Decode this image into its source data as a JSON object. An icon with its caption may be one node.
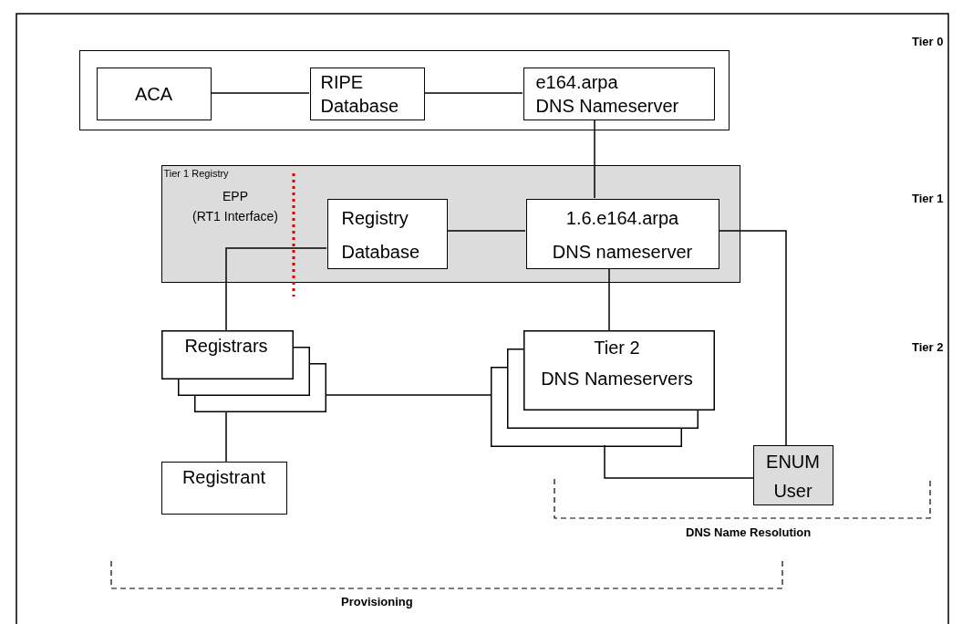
{
  "diagram": {
    "nodes": [
      {
        "text": [],
        "shape": "box"
      },
      {
        "text": [
          "ACA"
        ],
        "in": 0
      },
      {
        "text": [
          "RIPE Database"
        ],
        "in": 0
      },
      {
        "text": [
          "e164.arpa DNS Nameserver"
        ],
        "in": 0
      },
      {
        "text": [
          "Tier 1 Registry"
        ]
      },
      {
        "text": [
          "Registry Database"
        ],
        "in": 4
      },
      {
        "text": [
          "1.6.e164.arpa DNS nameserver"
        ],
        "in": 4
      },
      {
        "text": [
          "Registrars"
        ]
      },
      {
        "text": [
          "Tier 2 DNS Nameservers"
        ]
      },
      {
        "text": [
          "Registrant"
        ]
      },
      {
        "text": [
          "ENUM User"
        ]
      }
    ],
    "edges": [
      {
        "from": 1,
        "to": 2,
        "arrow": "none"
      },
      {
        "from": 2,
        "to": 3,
        "arrow": "none"
      },
      {
        "from": 3,
        "to": 6,
        "arrow": "none"
      },
      {
        "from": 5,
        "to": 6,
        "arrow": "none"
      },
      {
        "from": 7,
        "to": 5,
        "arrow": "none"
      },
      {
        "from": 6,
        "to": 8,
        "arrow": "none"
      },
      {
        "from": 6,
        "to": 10,
        "arrow": "none"
      },
      {
        "from": 7,
        "to": 8,
        "arrow": "none"
      },
      {
        "from": 7,
        "to": 9,
        "arrow": "none"
      },
      {
        "from": 8,
        "to": 10,
        "arrow": "none"
      }
    ],
    "labels": [
      "Tier 0",
      "Tier 1",
      "EPP (RT1 Interface)",
      "Tier 2",
      "DNS Name Resolution",
      "Provisioning"
    ]
  }
}
